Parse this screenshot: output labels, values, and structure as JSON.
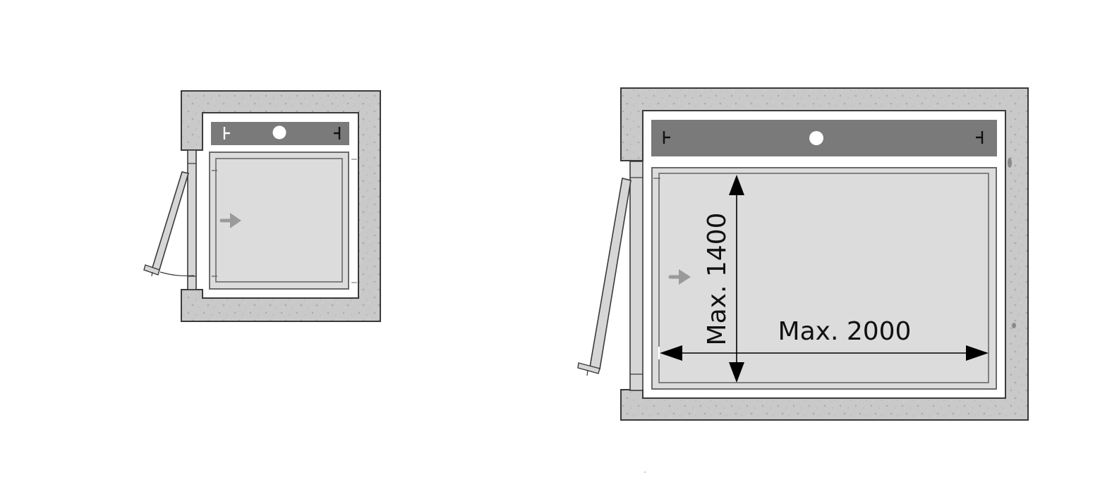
{
  "colors": {
    "wall": "#c9c9c9",
    "wall_stroke": "#3a3a3a",
    "shaft_floor": "#ffffff",
    "rail": "#7a7a7a",
    "cabin_fill": "#dcdcdc",
    "door": "#d6d6d6",
    "arrow_entry": "#9a9a9a",
    "dimension": "#000000"
  },
  "icons": {
    "entry_arrow": "arrow-right-icon",
    "rail_mount": "circle-icon",
    "door_leaf": "door-icon"
  },
  "diagrams": [
    {
      "id": "small_shaft_plan",
      "dimension_labels": []
    },
    {
      "id": "large_shaft_plan",
      "dimension_labels": [
        {
          "id": "width",
          "text": "Max. 2000"
        },
        {
          "id": "depth",
          "text": "Max. 1400"
        }
      ]
    }
  ]
}
